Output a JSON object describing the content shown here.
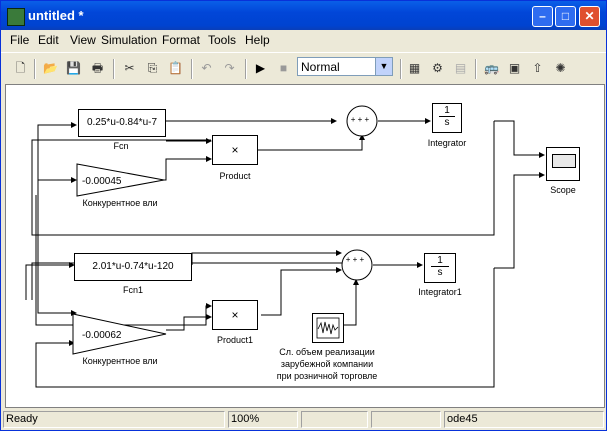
{
  "window": {
    "title": "untitled *",
    "min_glyph": "–",
    "max_glyph": "□",
    "close_glyph": "✕"
  },
  "menu": [
    "File",
    "Edit",
    "View",
    "Simulation",
    "Format",
    "Tools",
    "Help"
  ],
  "toolbar": {
    "mode": "Normal"
  },
  "blocks": {
    "fcn": {
      "expr": "0.25*u-0.84*u-7",
      "label": "Fcn"
    },
    "gain": {
      "value": "-0.00045",
      "label": "Конкурентное вли"
    },
    "product": {
      "symbol": "×",
      "label": "Product"
    },
    "sum": {
      "signs": "+ + +"
    },
    "integrator": {
      "num": "1",
      "den": "s",
      "label": "Integrator"
    },
    "scope": {
      "label": "Scope"
    },
    "fcn1": {
      "expr": "2.01*u-0.74*u-120",
      "label": "Fcn1"
    },
    "gain1": {
      "value": "-0.00062",
      "label": "Конкурентное вли"
    },
    "product1": {
      "symbol": "×",
      "label": "Product1"
    },
    "sum1": {
      "signs": "+ + +"
    },
    "integrator1": {
      "num": "1",
      "den": "s",
      "label": "Integrator1"
    },
    "source": {
      "label1": "Сл. объем реализации",
      "label2": "зарубежной компании",
      "label3": "при розничной торговле"
    }
  },
  "status": {
    "state": "Ready",
    "zoom": "100%",
    "solver": "ode45"
  }
}
